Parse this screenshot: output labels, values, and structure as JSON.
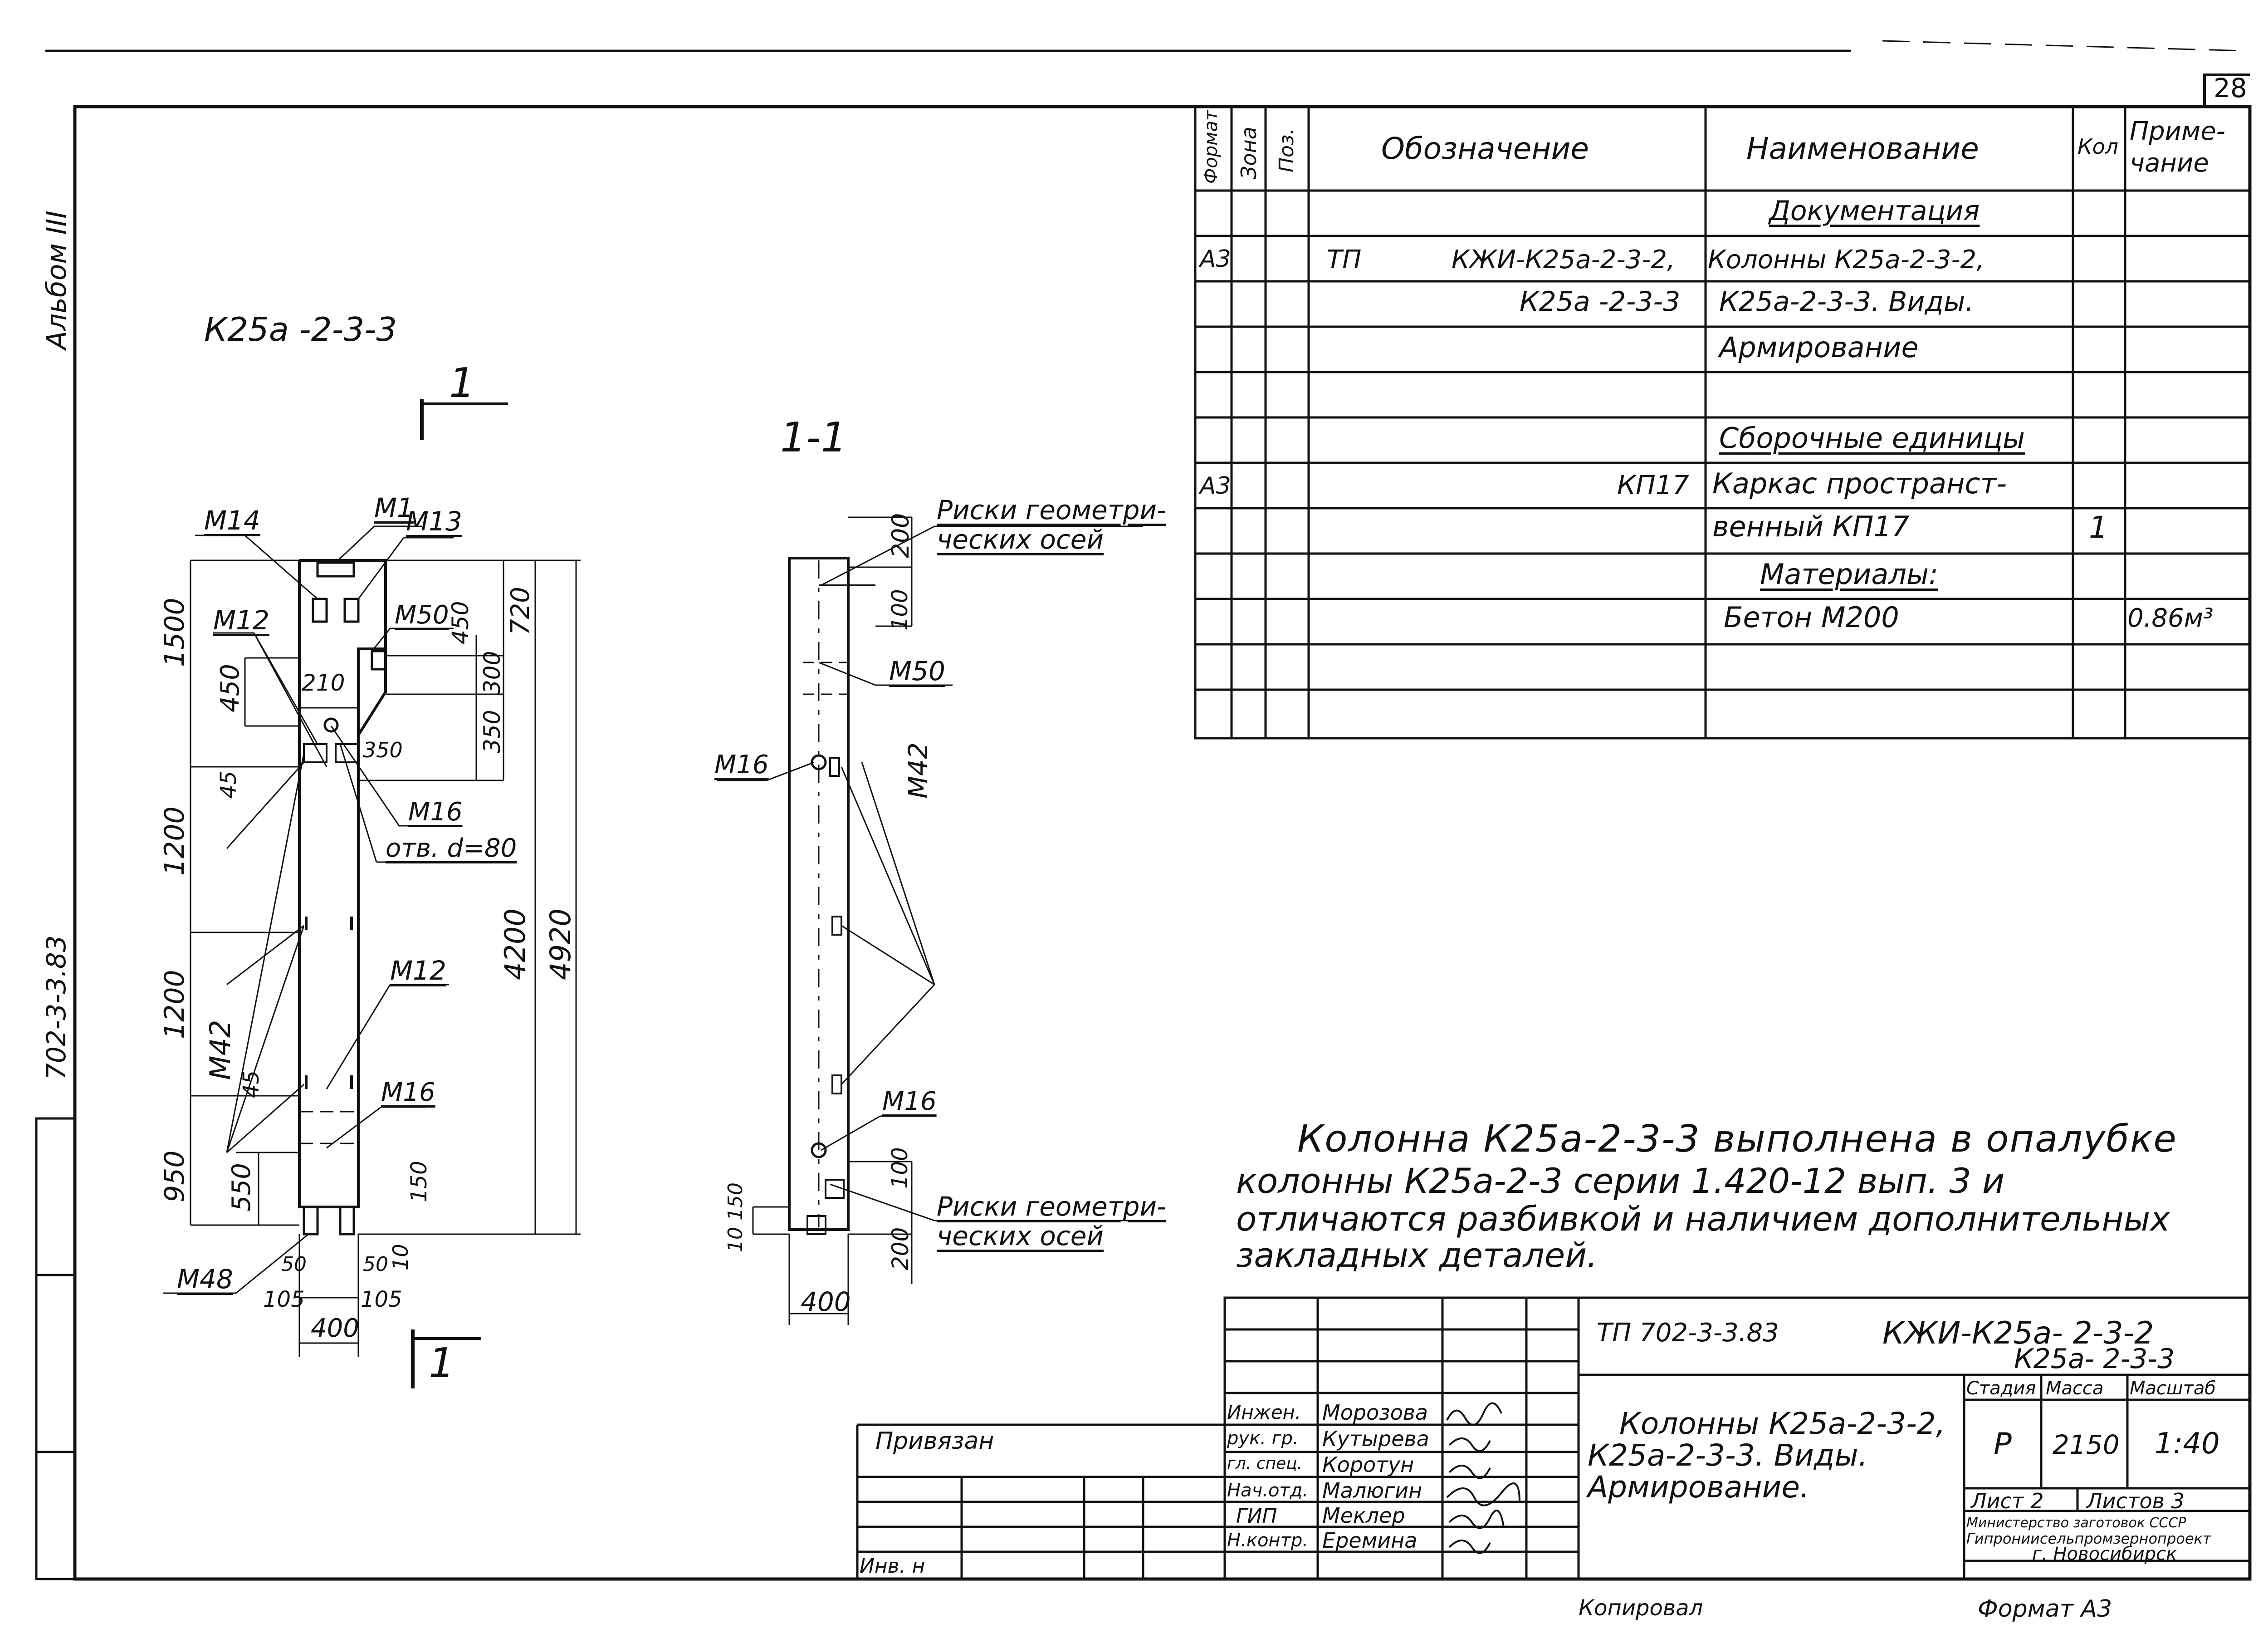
{
  "sheet": {
    "number": "28",
    "album": "Альбом III",
    "side_code": "702-3-3.83"
  },
  "drawing": {
    "title": "К25а -2-3-3",
    "section_mark": "1",
    "section_view_title": "1-1",
    "labels": {
      "m14": "М14",
      "m1": "М1",
      "m13": "М13",
      "m12_top": "М12",
      "m50_left": "М50",
      "m16_left": "М16",
      "hole": "отв. d=80",
      "m12_mid": "М12",
      "m42_left": "М42",
      "m16_lower": "М16",
      "m48": "М48",
      "risks_top_1": "Риски геометри-",
      "risks_top_2": "ческих осей",
      "m50_right": "М50",
      "m16_right": "М16",
      "m42_right": "М42",
      "m16_right_low": "М16",
      "risks_bot_1": "Риски геометри-",
      "risks_bot_2": "ческих осей"
    },
    "dimensions_left": {
      "d1500": "1500",
      "d450a": "450",
      "d1200a": "1200",
      "d45a": "45",
      "d1200b": "1200",
      "d45b": "45",
      "d950": "950",
      "d550": "550",
      "d210": "210",
      "d350": "350",
      "d450b": "450",
      "d300": "300",
      "d350b": "350",
      "d720": "720",
      "d4200": "4200",
      "d4920": "4920",
      "d150": "150",
      "d10": "10",
      "d50a": "50",
      "d50b": "50",
      "d105a": "105",
      "d105b": "105",
      "d400": "400"
    },
    "dimensions_right": {
      "d200a": "200",
      "d100a": "100",
      "d100b": "100",
      "d200b": "200",
      "d10": "10",
      "d150": "150",
      "d400": "400"
    }
  },
  "spec_table": {
    "headers": {
      "format": "Формат",
      "zone": "Зона",
      "pos": "Поз.",
      "designation": "Обозначение",
      "name": "Наименование",
      "qty": "Кол",
      "note": "Приме-чание"
    },
    "rows": [
      {
        "format": "",
        "pos": "",
        "designation": "",
        "name": "Документация",
        "qty": "",
        "note": "",
        "name_underline": true
      },
      {
        "format": "А3",
        "pos": "ТП",
        "designation": "КЖИ-К25а-2-3-2,",
        "name": "Колонны К25а-2-3-2,",
        "qty": "",
        "note": ""
      },
      {
        "format": "",
        "pos": "",
        "designation": "К25а -2-3-3",
        "name": "К25а-2-3-3. Виды.",
        "qty": "",
        "note": ""
      },
      {
        "format": "",
        "pos": "",
        "designation": "",
        "name": "Армирование",
        "qty": "",
        "note": ""
      },
      {
        "format": "",
        "pos": "",
        "designation": "",
        "name": "",
        "qty": "",
        "note": ""
      },
      {
        "format": "",
        "pos": "",
        "designation": "",
        "name": "Сборочные единицы",
        "qty": "",
        "note": "",
        "name_underline": true
      },
      {
        "format": "А3",
        "pos": "",
        "designation": "КП17",
        "name": "Каркас пространст-",
        "qty": "",
        "note": ""
      },
      {
        "format": "",
        "pos": "",
        "designation": "",
        "name": "венный КП17",
        "qty": "1",
        "note": ""
      },
      {
        "format": "",
        "pos": "",
        "designation": "",
        "name": "Материалы:",
        "qty": "",
        "note": "",
        "name_underline": true
      },
      {
        "format": "",
        "pos": "",
        "designation": "",
        "name": "Бетон М200",
        "qty": "",
        "note": "0.86м³"
      },
      {
        "format": "",
        "pos": "",
        "designation": "",
        "name": "",
        "qty": "",
        "note": ""
      },
      {
        "format": "",
        "pos": "",
        "designation": "",
        "name": "",
        "qty": "",
        "note": ""
      }
    ]
  },
  "note": {
    "line1": "Колонна К25а-2-3-3 выполнена в опалубке",
    "line2": "колонны К25а-2-3 серии 1.420-12 вып. 3 и",
    "line3": "отличаются разбивкой и наличием дополнительных",
    "line4": "закладных деталей."
  },
  "title_block": {
    "project": "ТП 702-3-3.83",
    "code_1": "КЖИ-К25а- 2-3-2",
    "code_2": "К25а- 2-3-3",
    "title_1": "Колонны К25а-2-3-2,",
    "title_2": "К25а-2-3-3. Виды.",
    "title_3": "Армирование.",
    "stage_label": "Стадия",
    "mass_label": "Масса",
    "scale_label": "Масштаб",
    "stage": "Р",
    "mass": "2150",
    "scale": "1:40",
    "sheet_label": "Лист 2",
    "sheets_label": "Листов 3",
    "org_1": "Министерство заготовок СССР",
    "org_2": "Гипрониисельпромзернопроект",
    "org_3": "г. Новосибирск",
    "bound": "Привязан",
    "inv": "Инв. н",
    "copied": "Копировал",
    "format": "Формат А3",
    "people": [
      {
        "role": "Инжен.",
        "name": "Морозова"
      },
      {
        "role": "рук. гр.",
        "name": "Кутырева"
      },
      {
        "role": "гл. спец.",
        "name": "Коротун"
      },
      {
        "role": "Нач.отд.",
        "name": "Малюгин"
      },
      {
        "role": "ГИП",
        "name": "Меклер"
      },
      {
        "role": "Н.контр.",
        "name": "Еремина"
      }
    ]
  }
}
